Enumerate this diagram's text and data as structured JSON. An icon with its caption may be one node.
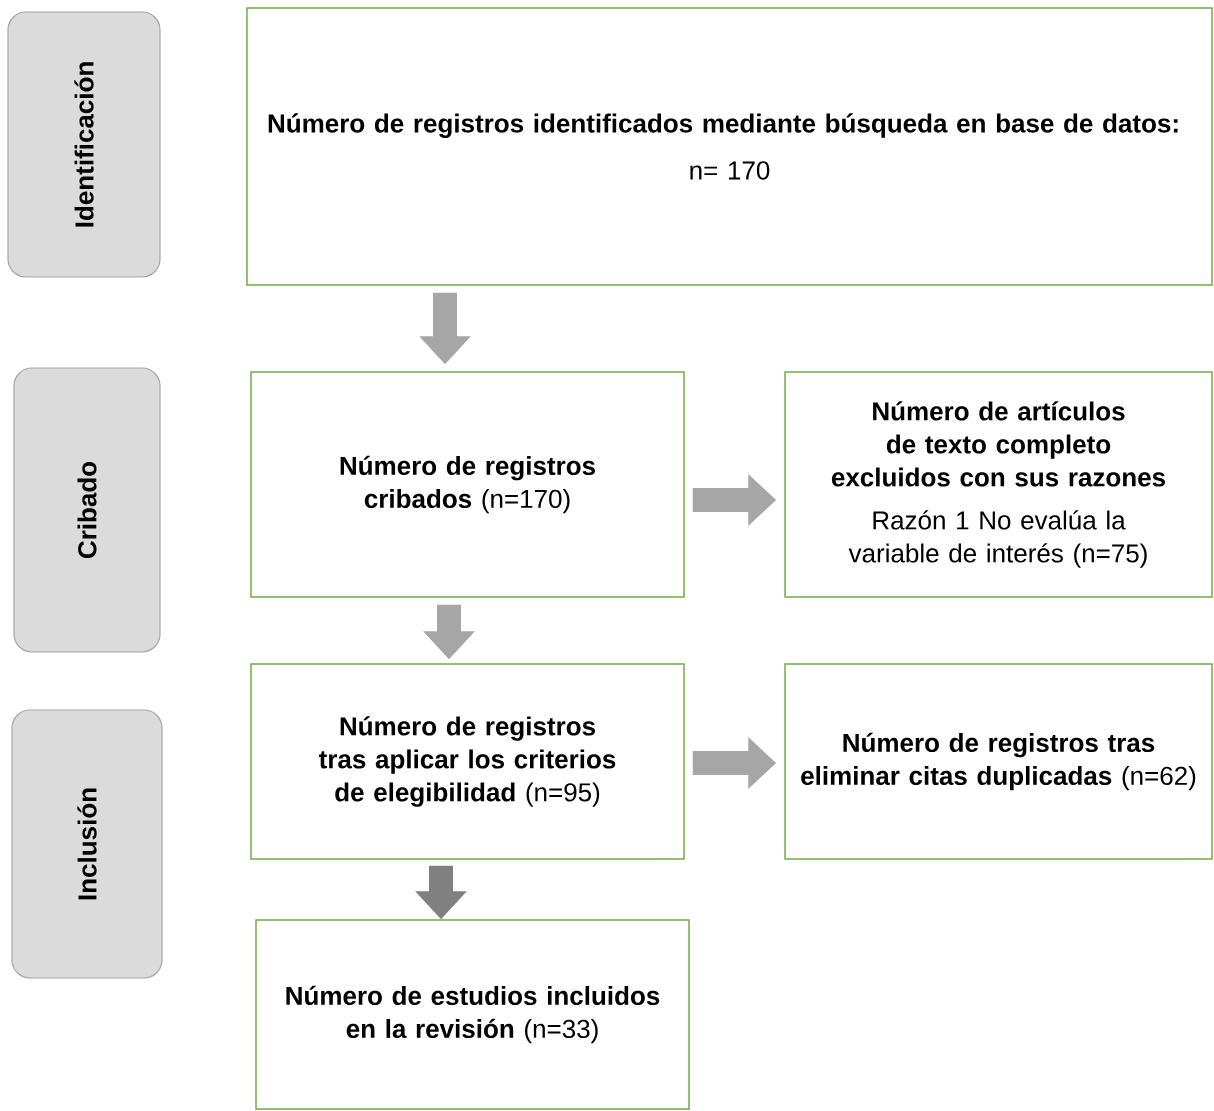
{
  "diagram": {
    "nodes": [
      {
        "text": [
          "Identificación"
        ]
      },
      {
        "text": [
          "Cribado"
        ]
      },
      {
        "text": [
          "Inclusión"
        ]
      },
      {
        "text": [
          "Número de registros identificados mediante búsqueda en base de datos:",
          "n= 170"
        ]
      },
      {
        "text": [
          "**Número de registros cribados** (n=170)"
        ]
      },
      {
        "text": [
          "Número de artículos de texto completo excluidos con sus razones",
          "Razón 1 No evalúa la variable de interés (n=75)"
        ]
      },
      {
        "text": [
          "**Número de registros tras aplicar los criterios de elegibilidad** (n=95)"
        ]
      },
      {
        "text": [
          "**Número de registros tras eliminar citas duplicadas** (n=62)"
        ]
      },
      {
        "text": [
          "**Número de estudios incluidos en la revisión** (n=33)"
        ]
      }
    ],
    "edges": [
      {
        "from": 3,
        "to": 4,
        "arrow": "to"
      },
      {
        "from": 4,
        "to": 5,
        "arrow": "to"
      },
      {
        "from": 4,
        "to": 6,
        "arrow": "to"
      },
      {
        "from": 6,
        "to": 7,
        "arrow": "to"
      },
      {
        "from": 6,
        "to": 8,
        "arrow": "to",
        "color": "#808080"
      }
    ]
  }
}
